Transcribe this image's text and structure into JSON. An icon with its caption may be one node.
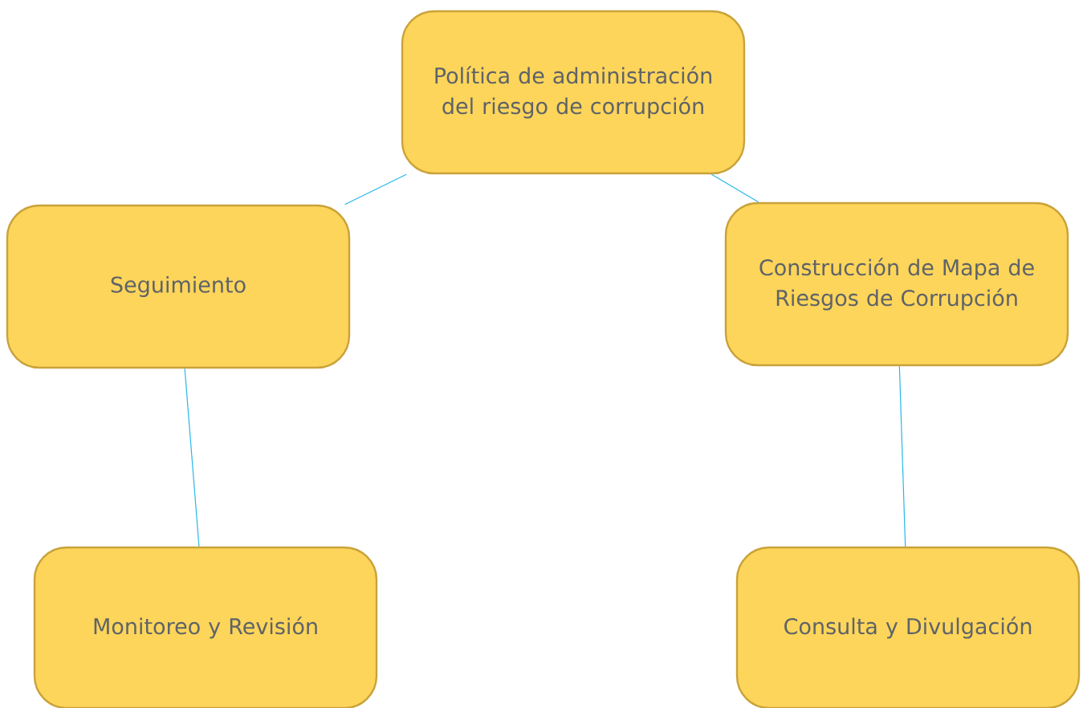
{
  "diagram": {
    "nodes": [
      {
        "text": [
          "Política de administración del riesgo de corrupción"
        ]
      },
      {
        "text": [
          "Seguimiento"
        ]
      },
      {
        "text": [
          "Construcción de Mapa de Riesgos de Corrupción"
        ]
      },
      {
        "text": [
          "Monitoreo y Revisión"
        ]
      },
      {
        "text": [
          "Consulta y Divulgación"
        ]
      }
    ],
    "edges": [
      {
        "from": 0,
        "to": 1,
        "arrow": "none"
      },
      {
        "from": 0,
        "to": 2,
        "arrow": "none"
      },
      {
        "from": 1,
        "to": 3,
        "arrow": "none"
      },
      {
        "from": 2,
        "to": 4,
        "arrow": "none"
      }
    ]
  }
}
